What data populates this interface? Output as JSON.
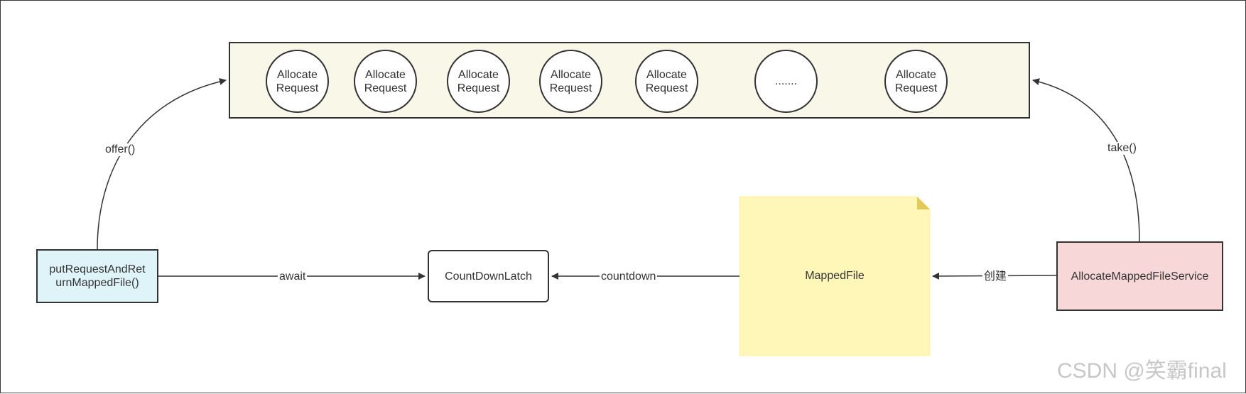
{
  "queue": {
    "requests": [
      {
        "line1": "Allocate",
        "line2": "Request"
      },
      {
        "line1": "Allocate",
        "line2": "Request"
      },
      {
        "line1": "Allocate",
        "line2": "Request"
      },
      {
        "line1": "Allocate",
        "line2": "Request"
      },
      {
        "line1": "Allocate",
        "line2": "Request"
      },
      {
        "line1": "Allocate",
        "line2": "Request"
      }
    ],
    "ellipsis": "......."
  },
  "nodes": {
    "caller": {
      "line1": "putRequestAndRet",
      "line2": "urnMappedFile()"
    },
    "latch": "CountDownLatch",
    "mapped_file": "MappedFile",
    "service": "AllocateMappedFileService"
  },
  "edges": {
    "offer": "offer()",
    "take": "take()",
    "await": "await",
    "countdown": "countdown",
    "create": "创建"
  },
  "colors": {
    "queue_fill": "#f9f7e8",
    "caller_fill": "#dff4f8",
    "note_fill": "#fff7b8",
    "service_fill": "#f8d7d8",
    "stroke": "#333333"
  },
  "watermark": "CSDN @笑霸final"
}
